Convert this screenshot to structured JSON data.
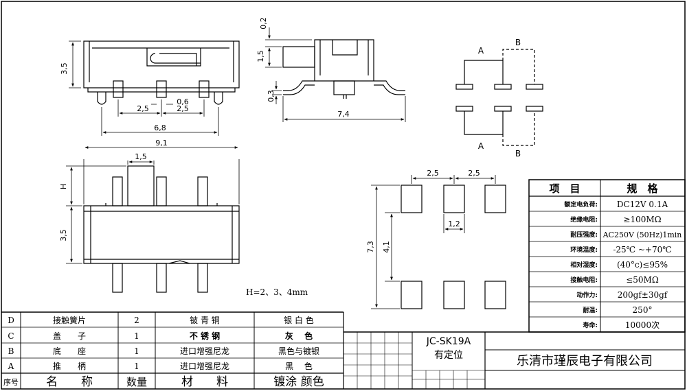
{
  "dims": {
    "top_height": "3,5",
    "pin_pitch_left": "2,5",
    "pin_pitch_right": "2,5",
    "pin_width": "0,6",
    "pin_span": "6,8",
    "side_top_gap": "0,2",
    "side_actuator": "1,5",
    "side_standoff": "0,3",
    "side_total": "7,4",
    "bottom_width": "9,1",
    "actuator_width": "1,5",
    "actuator_height": "H",
    "bottom_height": "3,5",
    "pad_pitch_left": "2,5",
    "pad_pitch_right": "2,5",
    "pad_width": "1,2",
    "pad_total_height": "7,3",
    "pad_inner_height": "4,1"
  },
  "circuit": {
    "label_a_top": "A",
    "label_b_top": "B",
    "label_a_bottom": "A",
    "label_b_bottom": "B"
  },
  "h_note": "H=2、3、4mm",
  "spec_table": {
    "header_item": "项　目",
    "header_spec": "规　格",
    "rows": [
      {
        "item": "额定电负荷:",
        "value": "DC12V 0.1A"
      },
      {
        "item": "绝缘电阻:",
        "value": "≥100MΩ"
      },
      {
        "item": "耐压强度:",
        "value": "AC250V (50Hz)1min"
      },
      {
        "item": "环境温度:",
        "value": "-25℃ ~+70℃"
      },
      {
        "item": "相对湿度:",
        "value": "(40°c)≤95%"
      },
      {
        "item": "接触电阻:",
        "value": "≤50MΩ"
      },
      {
        "item": "动作力:",
        "value": "200gf±30gf"
      },
      {
        "item": "耐温:",
        "value": "250°"
      },
      {
        "item": "寿命:",
        "value": "10000次"
      }
    ]
  },
  "bom": {
    "rows": [
      {
        "id": "D",
        "name": "接触簧片",
        "qty": "2",
        "material": "铍 青 铜",
        "finish": "银 白 色"
      },
      {
        "id": "C",
        "name": "盖　　子",
        "qty": "1",
        "material": "不 锈 钢",
        "finish": "灰　 色"
      },
      {
        "id": "B",
        "name": "底　　座",
        "qty": "1",
        "material": "进口增强尼龙",
        "finish": "黑色与镀银"
      },
      {
        "id": "A",
        "name": "推　　柄",
        "qty": "1",
        "material": "进口增强尼龙",
        "finish": "黑　 色"
      }
    ],
    "header": {
      "id": "序号",
      "name": "名　　称",
      "qty": "数量",
      "material": "材　　料",
      "finish": "镀涂 颜色"
    }
  },
  "title_block": {
    "model": "JC-SK19A",
    "subtitle": "有定位",
    "company": "乐清市瑾辰电子有限公司"
  }
}
